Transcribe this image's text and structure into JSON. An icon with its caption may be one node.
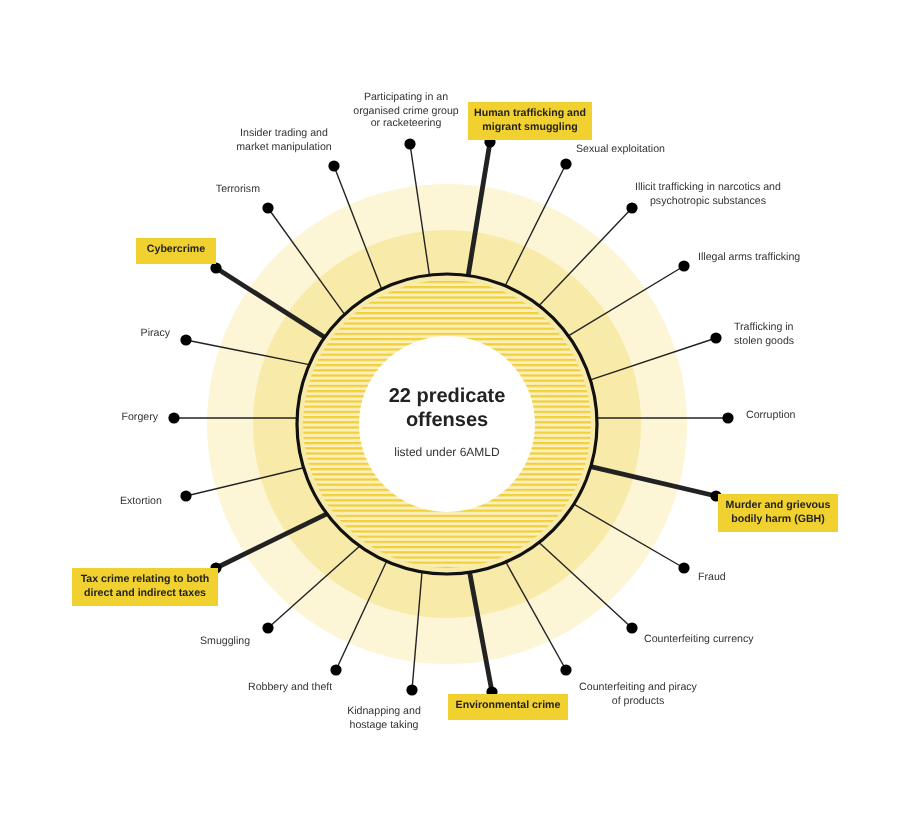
{
  "diagram": {
    "nodes": [
      {
        "text": [
          "22 predicate offenses",
          "listed under 6AMLD"
        ]
      },
      {
        "text": [
          "Participating in an organised crime group or racketeering"
        ]
      },
      {
        "text": [
          "Human trafficking and migrant smuggling"
        ]
      },
      {
        "text": [
          "Sexual exploitation"
        ]
      },
      {
        "text": [
          "Illicit trafficking in narcotics and psychotropic substances"
        ]
      },
      {
        "text": [
          "Illegal arms trafficking"
        ]
      },
      {
        "text": [
          "Trafficking in stolen goods"
        ]
      },
      {
        "text": [
          "Corruption"
        ]
      },
      {
        "text": [
          "Murder and grievous bodily harm (GBH)"
        ]
      },
      {
        "text": [
          "Fraud"
        ]
      },
      {
        "text": [
          "Counterfeiting currency"
        ]
      },
      {
        "text": [
          "Counterfeiting and piracy of products"
        ]
      },
      {
        "text": [
          "Environmental crime"
        ]
      },
      {
        "text": [
          "Kidnapping and hostage taking"
        ]
      },
      {
        "text": [
          "Robbery and theft"
        ]
      },
      {
        "text": [
          "Smuggling"
        ]
      },
      {
        "text": [
          "Tax crime relating to both direct and indirect taxes"
        ]
      },
      {
        "text": [
          "Extortion"
        ]
      },
      {
        "text": [
          "Forgery"
        ]
      },
      {
        "text": [
          "Piracy"
        ]
      },
      {
        "text": [
          "Cybercrime"
        ]
      },
      {
        "text": [
          "Terrorism"
        ]
      },
      {
        "text": [
          "Insider trading and market manipulation"
        ]
      }
    ],
    "edges": [
      {
        "from": 1,
        "to": 0,
        "arrow": "other"
      },
      {
        "from": 2,
        "to": 0,
        "arrow": "other",
        "style": "thick"
      },
      {
        "from": 3,
        "to": 0,
        "arrow": "other"
      },
      {
        "from": 4,
        "to": 0,
        "arrow": "other"
      },
      {
        "from": 5,
        "to": 0,
        "arrow": "other"
      },
      {
        "from": 6,
        "to": 0,
        "arrow": "other"
      },
      {
        "from": 7,
        "to": 0,
        "arrow": "other"
      },
      {
        "from": 8,
        "to": 0,
        "arrow": "other",
        "style": "thick"
      },
      {
        "from": 9,
        "to": 0,
        "arrow": "other"
      },
      {
        "from": 10,
        "to": 0,
        "arrow": "other"
      },
      {
        "from": 11,
        "to": 0,
        "arrow": "other"
      },
      {
        "from": 12,
        "to": 0,
        "arrow": "other",
        "style": "thick"
      },
      {
        "from": 13,
        "to": 0,
        "arrow": "other"
      },
      {
        "from": 14,
        "to": 0,
        "arrow": "other"
      },
      {
        "from": 15,
        "to": 0,
        "arrow": "other"
      },
      {
        "from": 16,
        "to": 0,
        "arrow": "other",
        "style": "thick"
      },
      {
        "from": 17,
        "to": 0,
        "arrow": "other"
      },
      {
        "from": 18,
        "to": 0,
        "arrow": "other"
      },
      {
        "from": 19,
        "to": 0,
        "arrow": "other"
      },
      {
        "from": 20,
        "to": 0,
        "arrow": "other",
        "style": "thick"
      },
      {
        "from": 21,
        "to": 0,
        "arrow": "other"
      },
      {
        "from": 22,
        "to": 0,
        "arrow": "other"
      }
    ]
  }
}
